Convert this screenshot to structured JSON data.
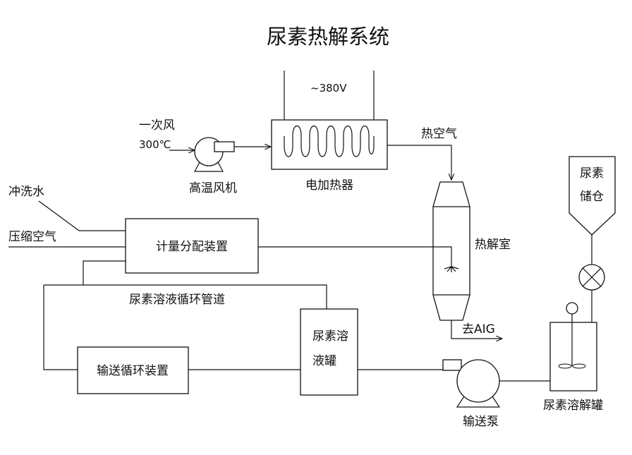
{
  "diagram": {
    "title": "尿素热解系统",
    "labels": {
      "voltage": "~380V",
      "primary_air_1": "一次风",
      "primary_air_2": "300℃",
      "blower": "高温风机",
      "heater": "电加热器",
      "hot_air": "热空气",
      "pyrolysis_room": "热解室",
      "to_aig": "去AIG",
      "flush_water": "冲洗水",
      "compressed_air": "压缩空气",
      "metering_unit": "计量分配装置",
      "circulation_pipe": "尿素溶液循环管道",
      "solution_tank_1": "尿素溶",
      "solution_tank_2": "液罐",
      "transfer_unit": "输送循环装置",
      "transfer_pump": "输送泵",
      "dissolving_tank": "尿素溶解罐",
      "silo_1": "尿素",
      "silo_2": "储仓"
    }
  }
}
